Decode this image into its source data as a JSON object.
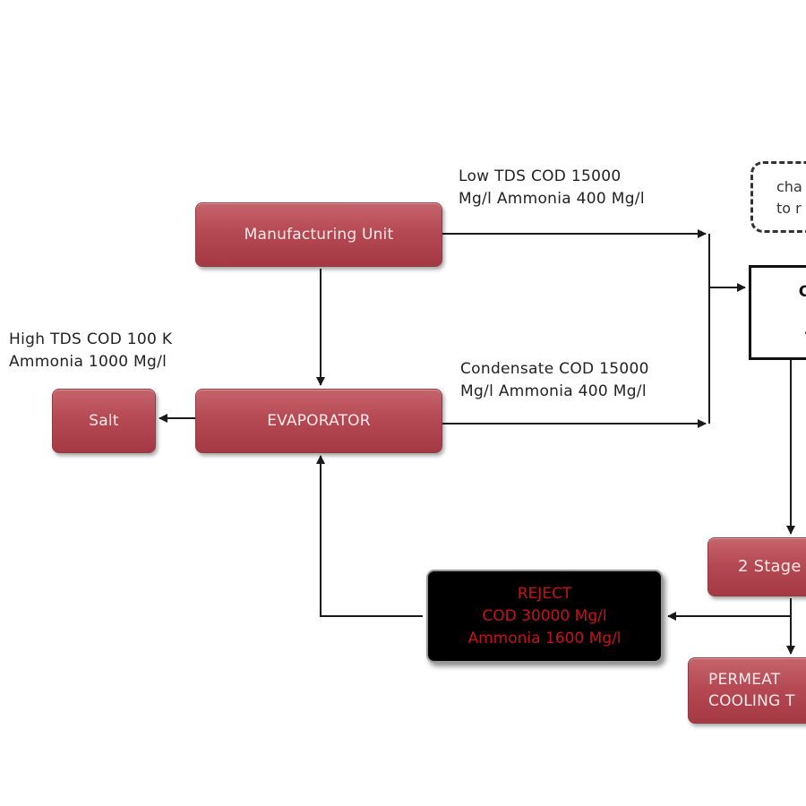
{
  "nodes": {
    "manufacturing_unit": "Manufacturing Unit",
    "evaporator": "EVAPORATOR",
    "salt": "Salt",
    "reject": "REJECT\nCOD 30000 Mg/l\nAmmonia 1600 Mg/l",
    "combined_tank": "Cor\nB\nTr",
    "two_stage": "2 Stage",
    "permeate": "PERMEAT\nCOOLING T",
    "callout": "cha\nto r"
  },
  "annotations": {
    "low_tds": "Low TDS COD 15000\nMg/l Ammonia 400 Mg/l",
    "high_tds": "High TDS COD 100 K\nAmmonia 1000 Mg/l",
    "condensate": "Condensate COD 15000\nMg/l Ammonia 400 Mg/l"
  },
  "colors": {
    "node_fill": "#b64a54",
    "reject_fill": "#000000",
    "reject_text": "#c8101b",
    "arrow": "#1a1a1a"
  }
}
